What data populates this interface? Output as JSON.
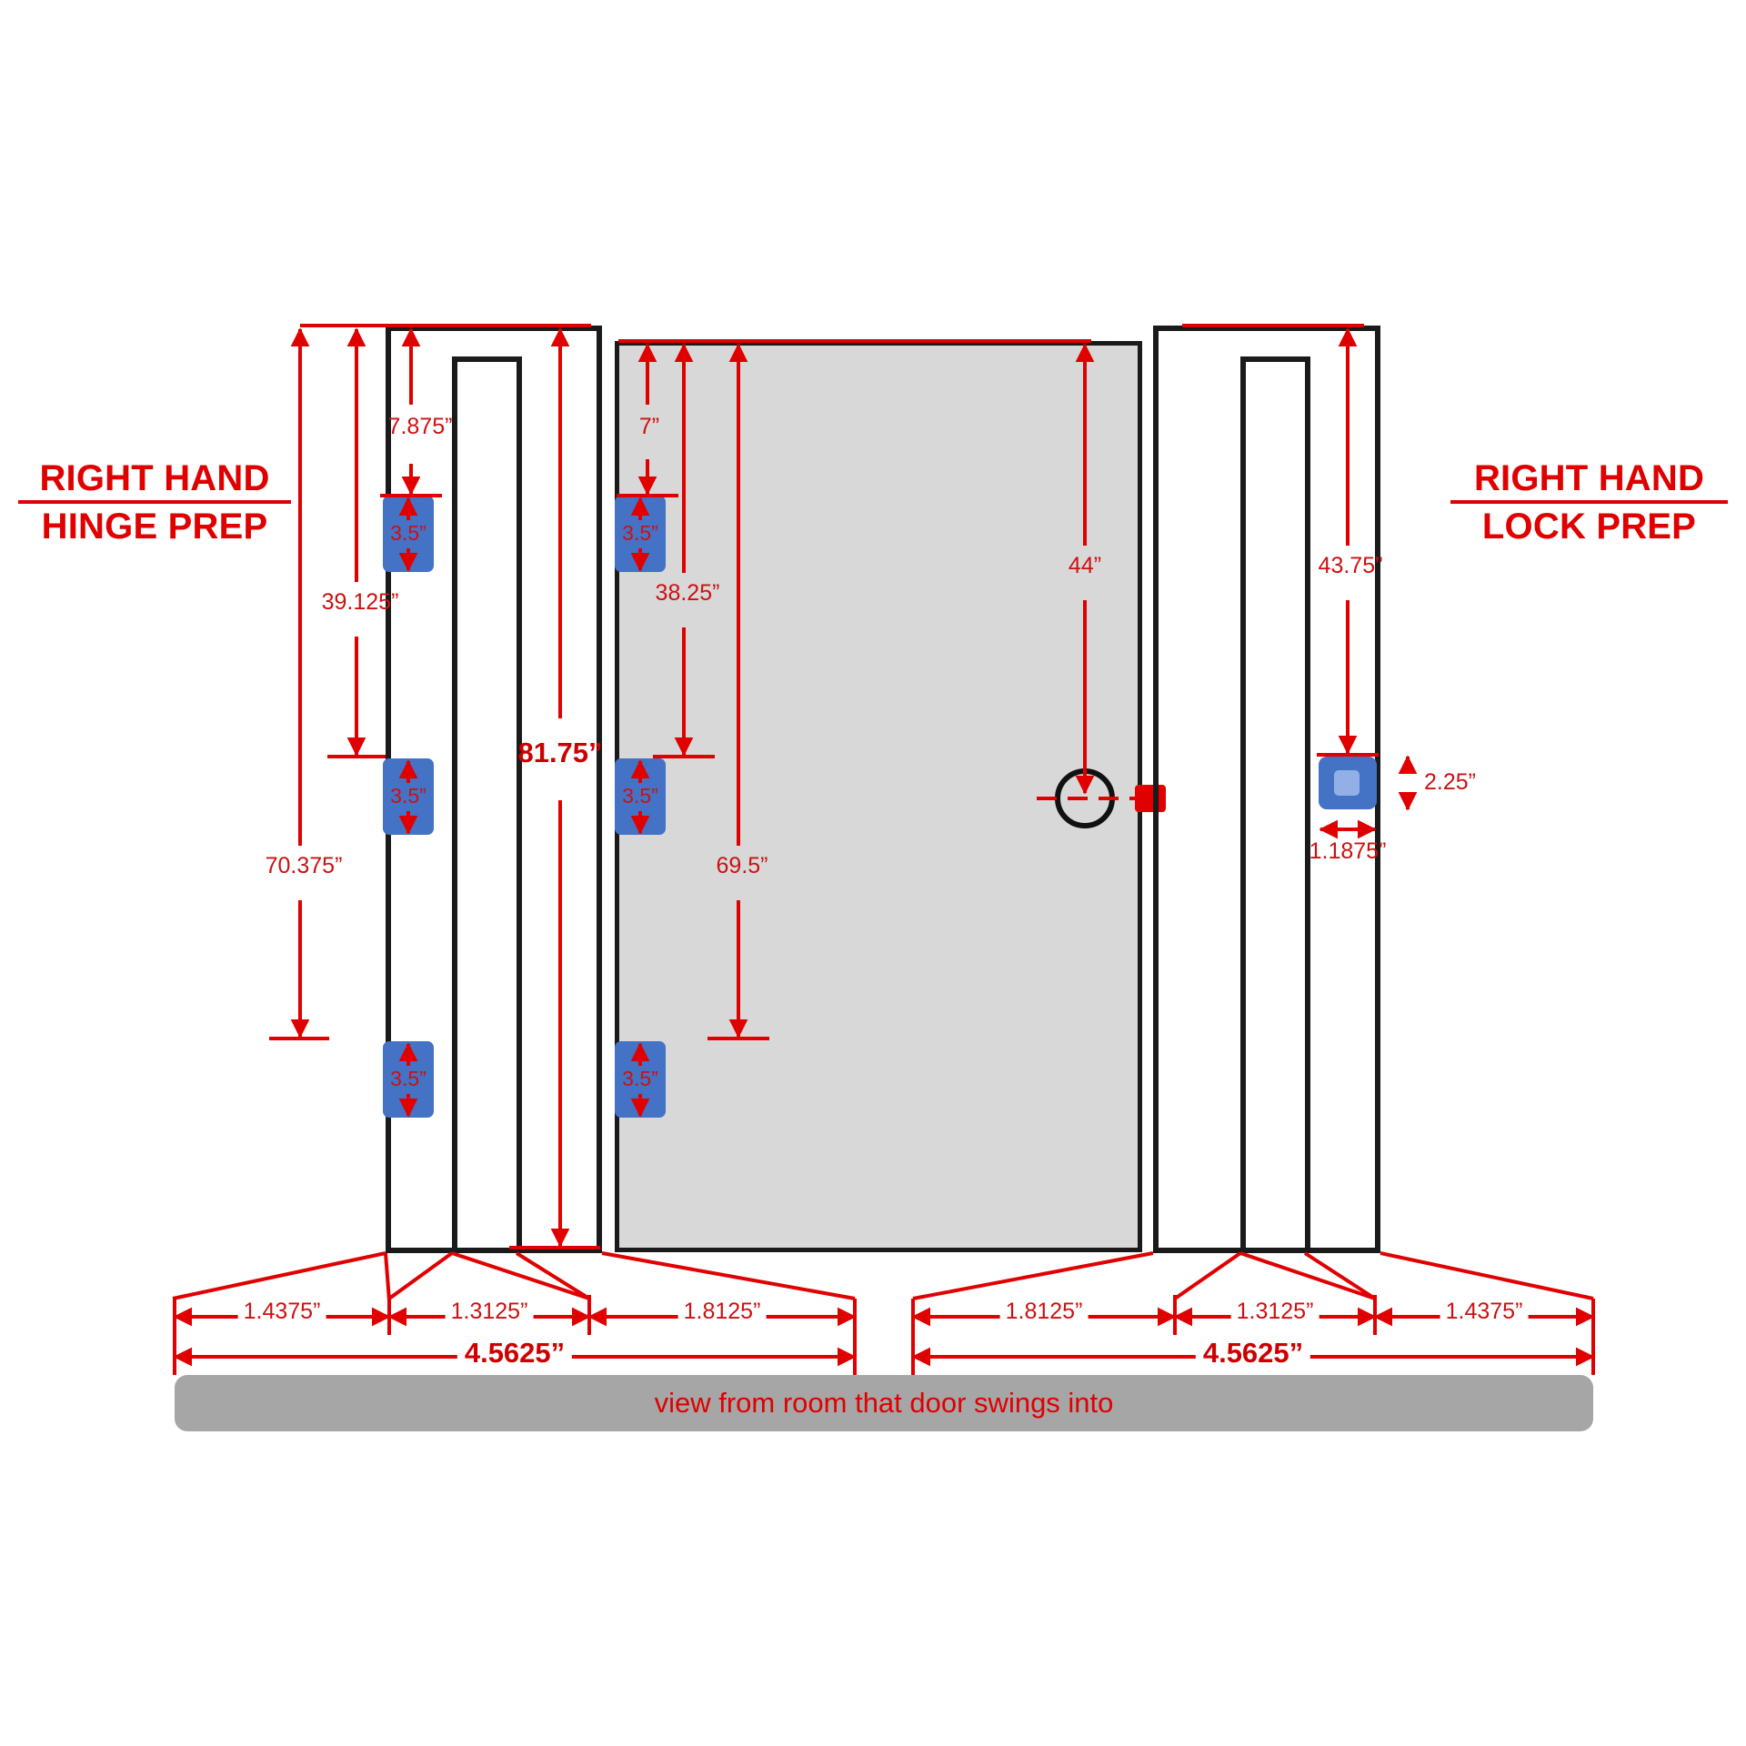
{
  "labels": {
    "left_title_line1": "RIGHT HAND",
    "left_title_line2": "HINGE PREP",
    "right_title_line1": "RIGHT HAND",
    "right_title_line2": "LOCK PREP",
    "caption": "view from room that door swings into"
  },
  "colors": {
    "dimension_red": "#cc1111",
    "title_red": "#e00000",
    "hinge_blue": "#4472c4",
    "door_gray": "#d8d8d8",
    "frame_black": "#1a1a1a",
    "caption_band": "#a6a6a6"
  },
  "hinge_jamb": {
    "top_to_first_hinge": "7.875”",
    "hinge_height_1": "3.5”",
    "hinge_height_2": "3.5”",
    "hinge_height_3": "3.5”",
    "top_to_second_hinge": "39.125”",
    "top_to_third_hinge": "70.375”",
    "frame_height": "81.75”"
  },
  "door_panel": {
    "top_to_first_hinge": "7”",
    "hinge_height_1": "3.5”",
    "hinge_height_2": "3.5”",
    "hinge_height_3": "3.5”",
    "top_to_second_hinge": "38.25”",
    "top_to_third_hinge": "69.5”",
    "top_to_lock_bore": "44”"
  },
  "lock_jamb": {
    "top_to_strike": "43.75”",
    "strike_height": "2.25”",
    "strike_width": "1.1875”"
  },
  "profile_left": {
    "segments": [
      "1.4375”",
      "1.3125”",
      "1.8125”"
    ],
    "total": "4.5625”"
  },
  "profile_right": {
    "segments": [
      "1.8125”",
      "1.3125”",
      "1.4375”"
    ],
    "total": "4.5625”"
  }
}
